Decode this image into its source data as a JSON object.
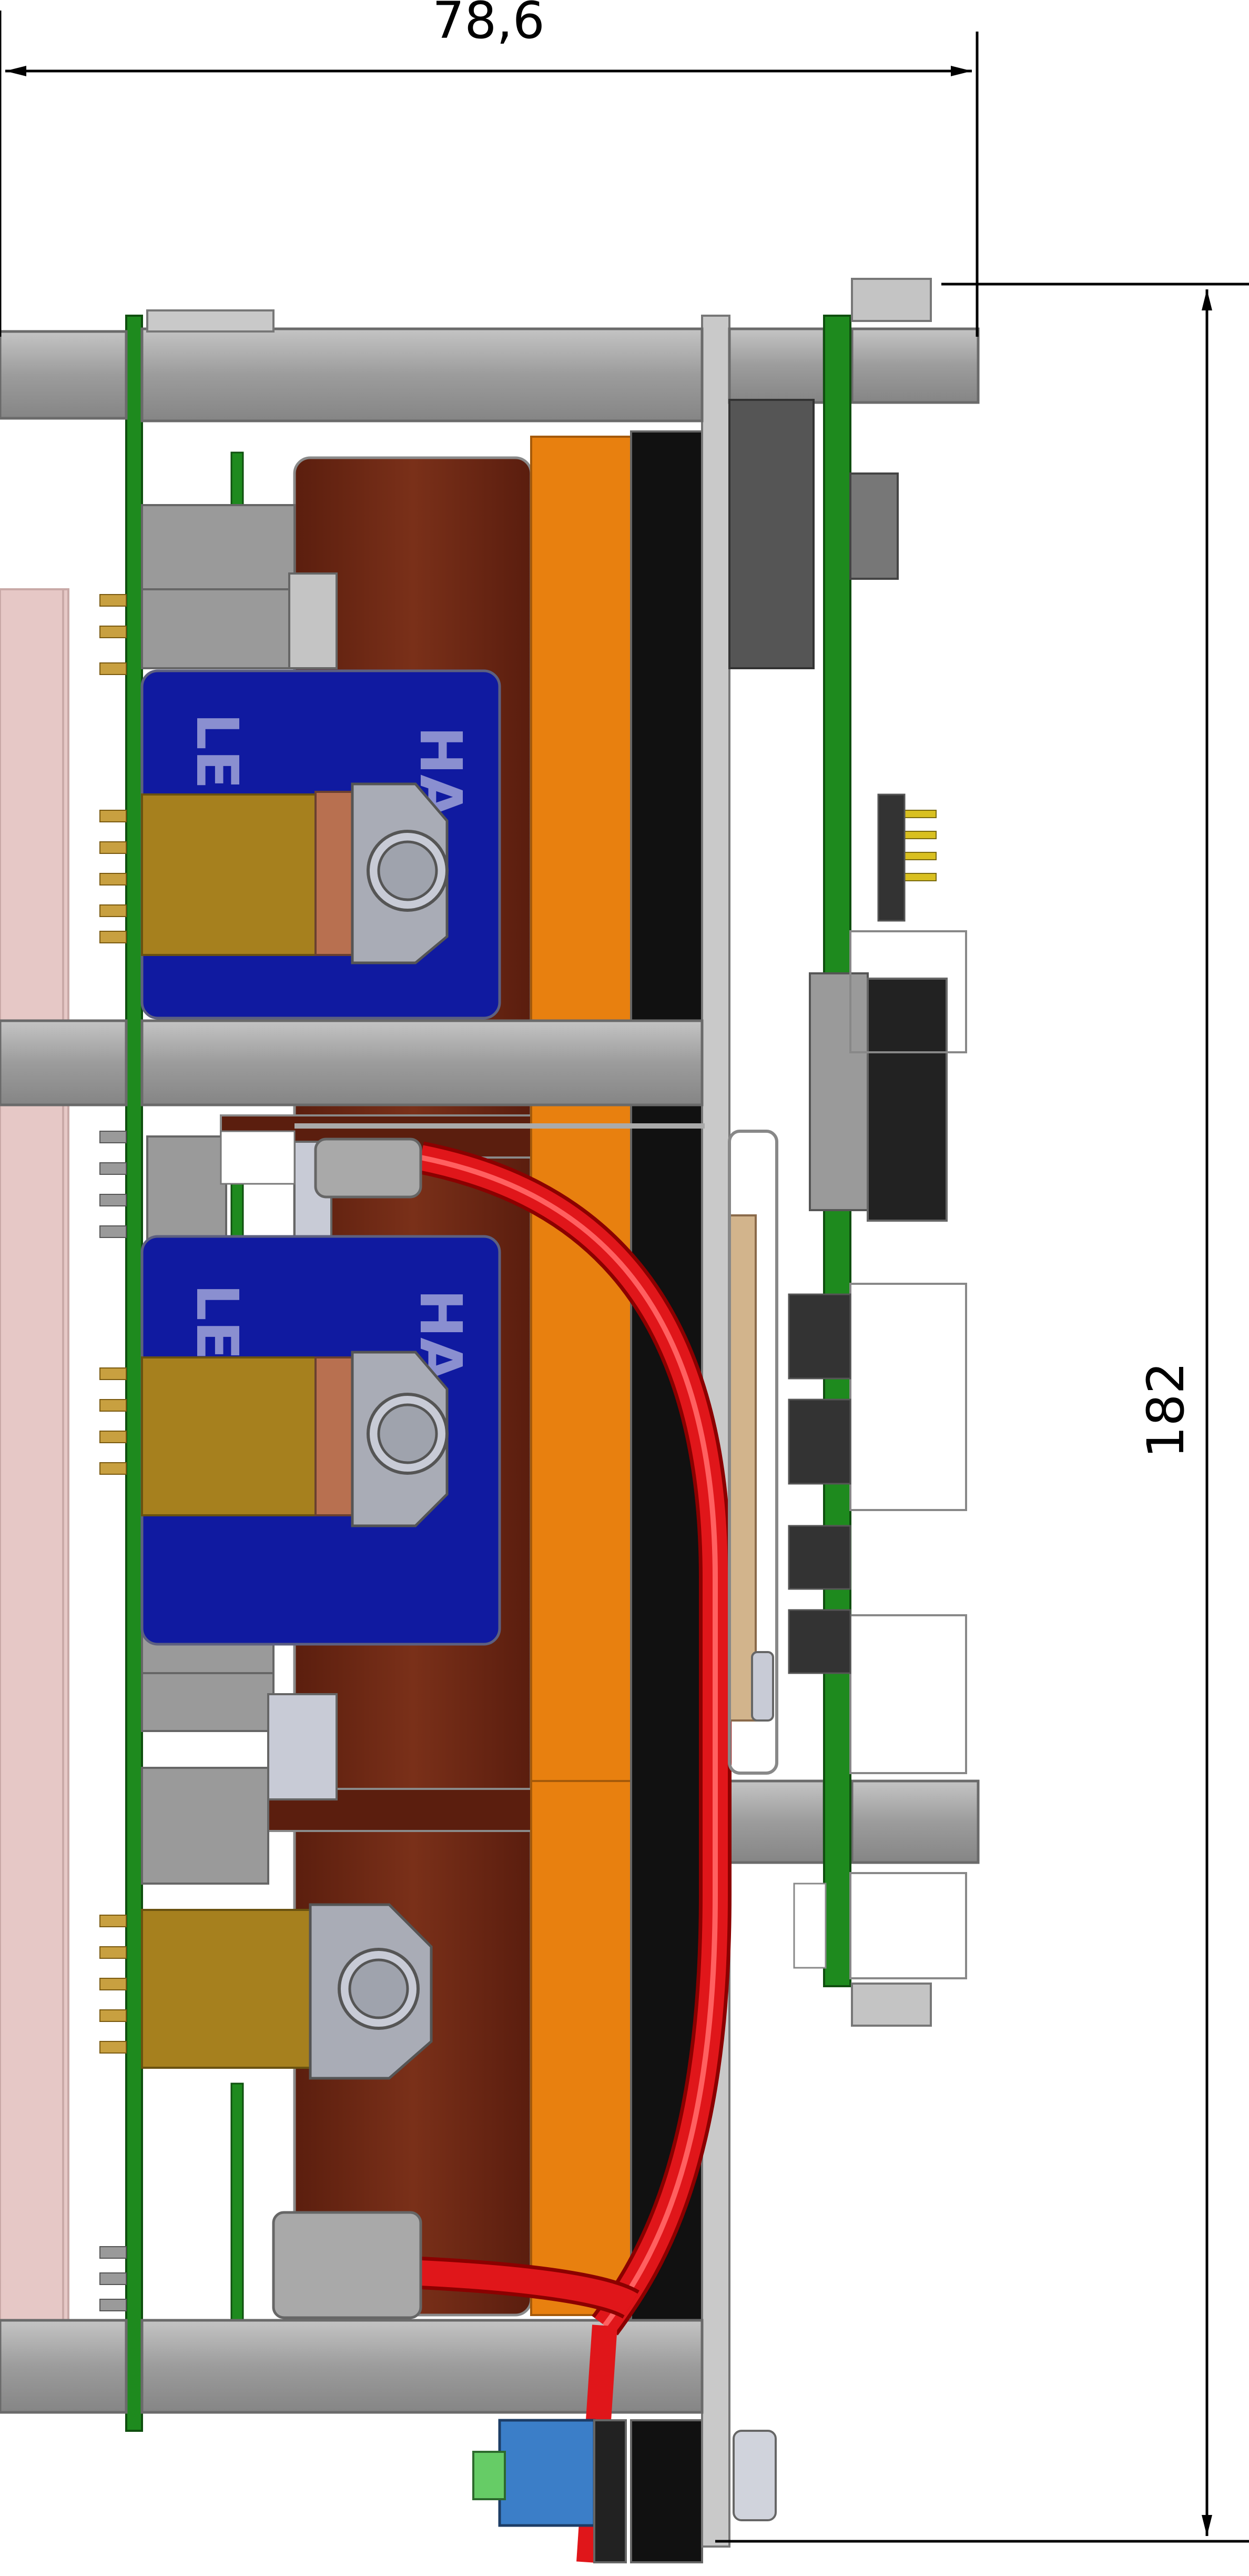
{
  "dimensions": {
    "width_label": "78,6",
    "height_label": "182"
  },
  "component_labels": {
    "upper_sensor_a": "HA",
    "upper_sensor_b": "LE",
    "lower_sensor_a": "HA",
    "lower_sensor_b": "LE"
  },
  "colors": {
    "pcb_green": "#1e8a1e",
    "standoff_gray": "#a9a9a9",
    "transformer_brown": "#6e2a14",
    "tape_orange": "#e8800f",
    "core_black": "#111111",
    "sensor_blue": "#101aa0",
    "cable_red": "#e0161a",
    "panel_pink": "#e6c8c6",
    "dimension_black": "#000000"
  }
}
